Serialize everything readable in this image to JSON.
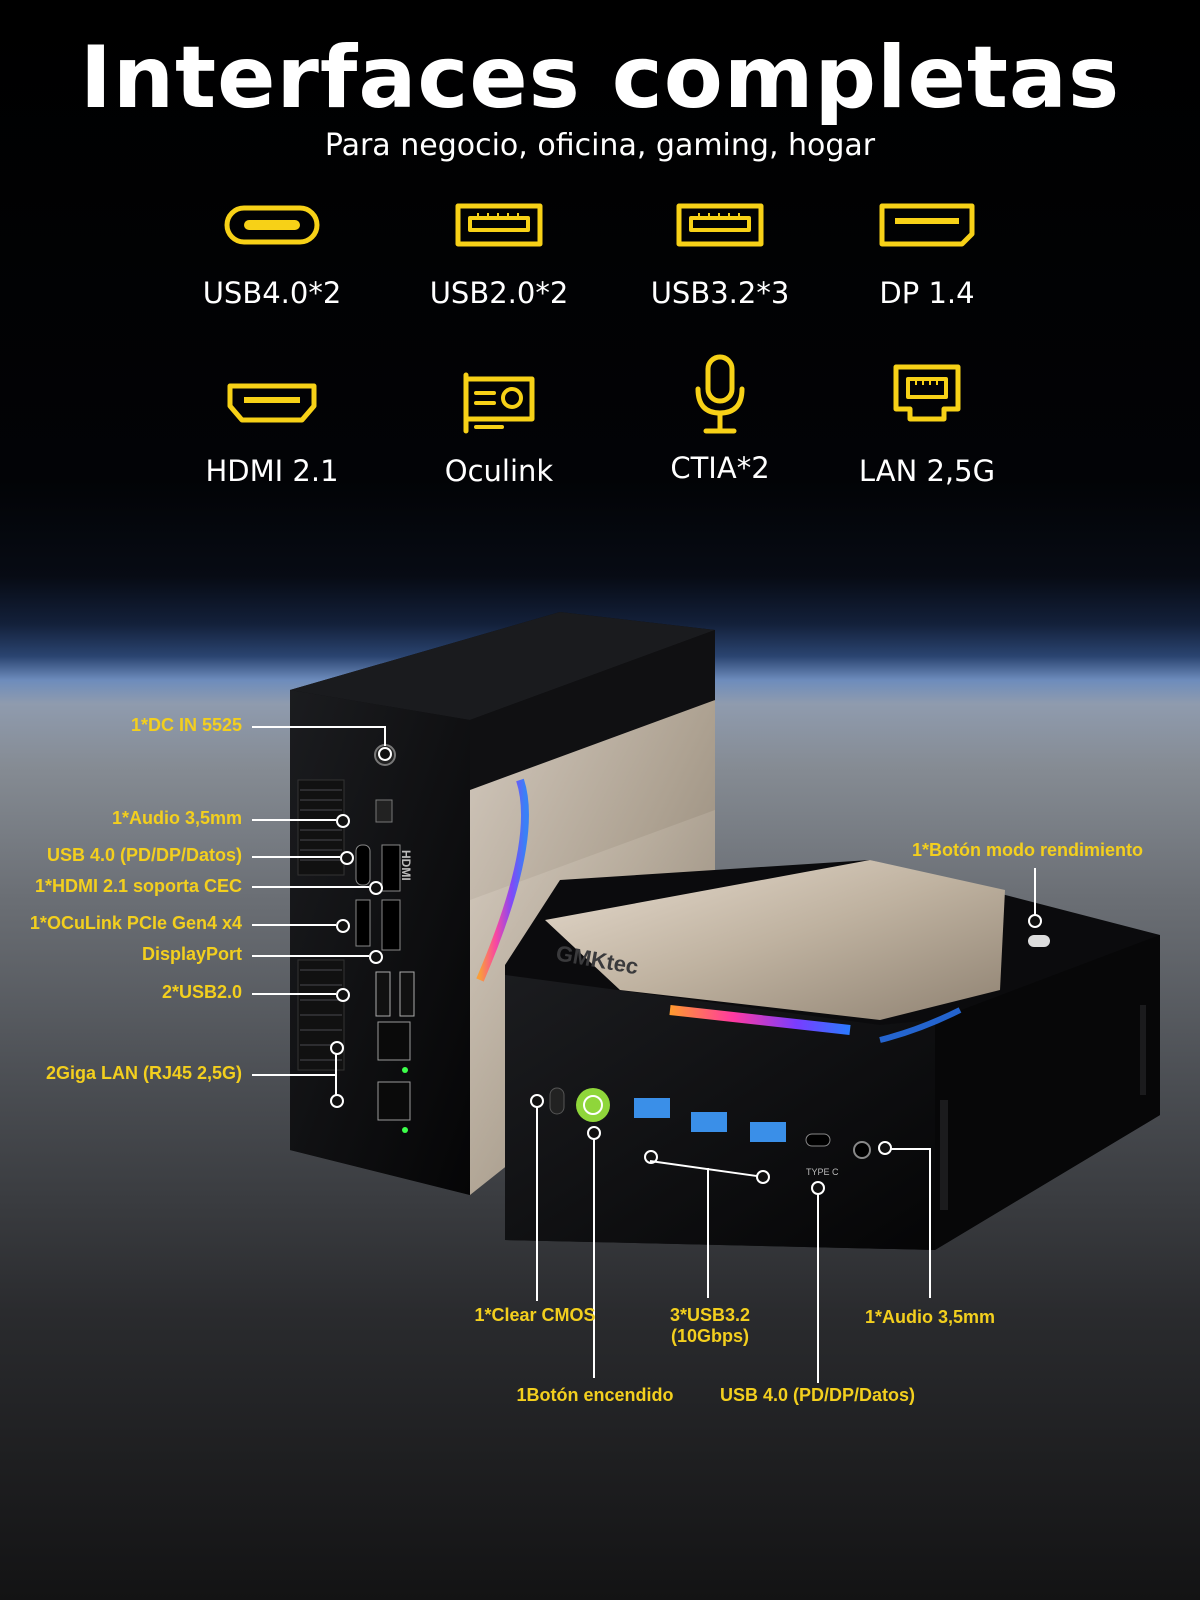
{
  "title": "Interfaces completas",
  "subtitle": "Para negocio, oficina, gaming, hogar",
  "features": [
    {
      "label": "USB4.0*2",
      "icon": "usb-c-icon"
    },
    {
      "label": "USB2.0*2",
      "icon": "usb-a-icon"
    },
    {
      "label": "USB3.2*3",
      "icon": "usb-a-icon"
    },
    {
      "label": "DP 1.4",
      "icon": "displayport-icon"
    },
    {
      "label": "HDMI 2.1",
      "icon": "hdmi-icon"
    },
    {
      "label": "Oculink",
      "icon": "oculink-card-icon"
    },
    {
      "label": "CTIA*2",
      "icon": "microphone-icon"
    },
    {
      "label": "LAN 2,5G",
      "icon": "ethernet-icon"
    }
  ],
  "brand": "GMKtec",
  "device_markings": {
    "hdmi": "HDMI",
    "type_c": "TYPE C"
  },
  "callouts": {
    "dc_in": "1*DC IN 5525",
    "audio_back": "1*Audio 3,5mm",
    "usb4_back": "USB 4.0 (PD/DP/Datos)",
    "hdmi": "1*HDMI 2.1 soporta CEC",
    "oculink": "1*OCuLink PCIe Gen4 x4",
    "displayport": "DisplayPort",
    "usb2": "2*USB2.0",
    "lan": "2Giga LAN (RJ45 2,5G)",
    "perf_button": "1*Botón modo rendimiento",
    "clear_cmos": "1*Clear CMOS",
    "usb32_line1": "3*USB3.2",
    "usb32_line2": "(10Gbps)",
    "audio_front": "1*Audio 3,5mm",
    "power_button": "1Botón encendido",
    "usb4_front": "USB 4.0 (PD/DP/Datos)"
  },
  "colors": {
    "accent": "#f7d117",
    "callout": "#f3cf1e",
    "usb3_blue": "#3a8fe8",
    "power_green": "#8fd63a"
  }
}
